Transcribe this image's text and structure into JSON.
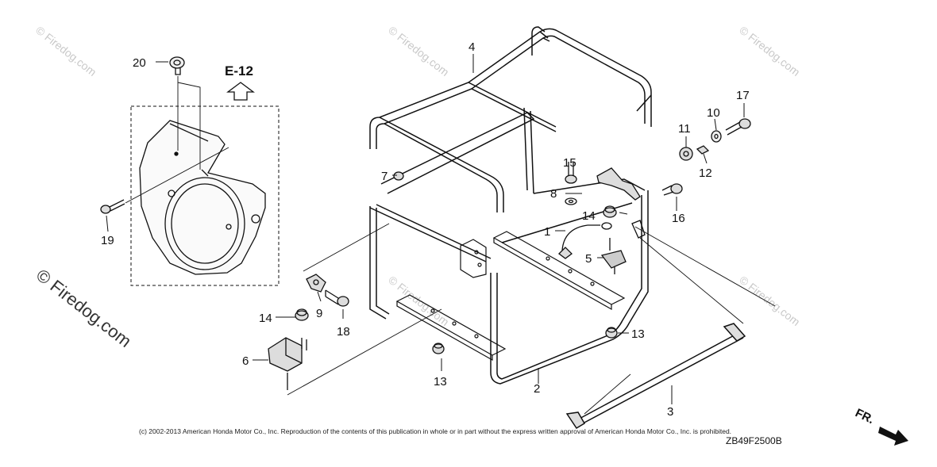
{
  "diagram": {
    "section_ref": "E-12",
    "figure_code": "ZB49F2500B",
    "direction_label": "FR.",
    "copyright": "(c) 2002-2013 American Honda Motor Co., Inc. Reproduction of the contents of this publication in whole or in part without the express written approval of American Honda Motor Co., Inc. is prohibited.",
    "watermark": "© Firedog.com",
    "watermark_large": "© Firedog.com",
    "callouts": {
      "c1": "1",
      "c2": "2",
      "c3": "3",
      "c4": "4",
      "c5": "5",
      "c6": "6",
      "c7": "7",
      "c8": "8",
      "c9": "9",
      "c10": "10",
      "c11": "11",
      "c12": "12",
      "c13a": "13",
      "c13b": "13",
      "c14a": "14",
      "c14b": "14",
      "c15": "15",
      "c16": "16",
      "c17": "17",
      "c18": "18",
      "c19": "19",
      "c20": "20"
    }
  }
}
